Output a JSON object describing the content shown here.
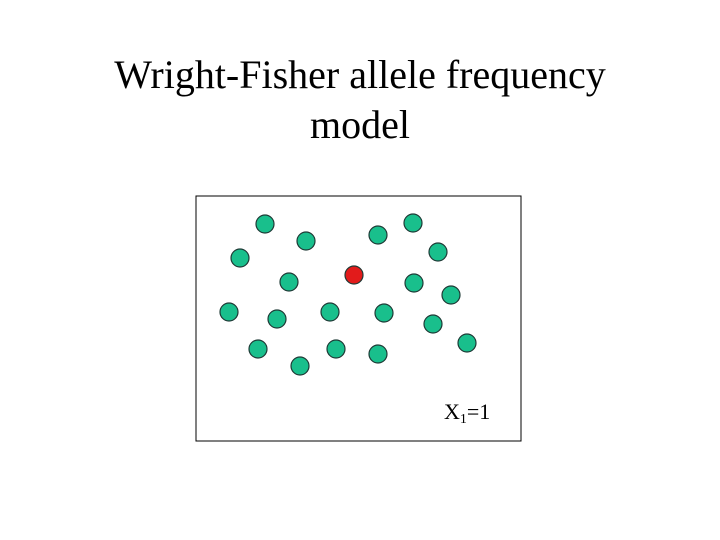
{
  "title": {
    "line1": "Wright-Fisher allele frequency",
    "line2": "model"
  },
  "colors": {
    "individual": "#19bf8c",
    "mutant": "#e21b1b",
    "outline": "#1f3a36",
    "box_border": "#000000"
  },
  "population": {
    "size": 20,
    "mutant_count": 1
  },
  "label": {
    "var": "X",
    "subscript": "1",
    "rest": "=1"
  }
}
